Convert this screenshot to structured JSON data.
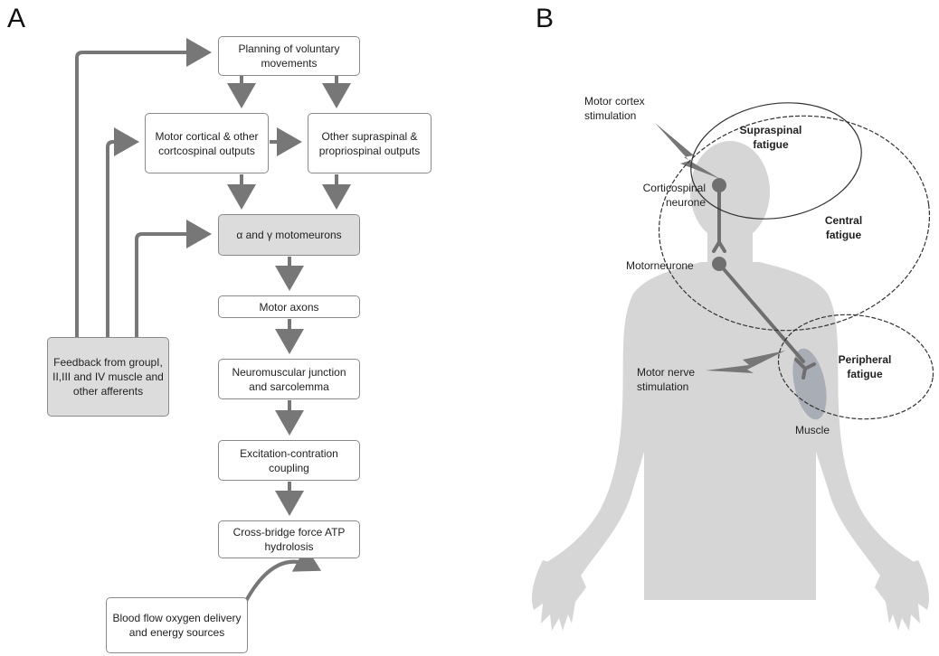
{
  "panel_a": {
    "letter": "A",
    "boxes": {
      "planning": "Planning of voluntary movements",
      "motor_cortical": "Motor cortical & other cortcospinal outputs",
      "supraspinal": "Other supraspinal & propriospinal outputs",
      "motoneurons": "α and γ motomeurons",
      "motor_axons": "Motor axons",
      "nmj": "Neuromuscular junction and sarcolemma",
      "excitation": "Excitation-contration coupling",
      "crossbridge": "Cross-bridge force ATP hydrolosis",
      "feedback": "Feedback from groupI, II,III and IV muscle and other afferents",
      "blood_flow": "Blood flow oxygen delivery and energy sources"
    }
  },
  "panel_b": {
    "letter": "B",
    "labels": {
      "motor_cortex_stim": "Motor cortex stimulation",
      "corticospinal": "Corticospinal neurone",
      "motorneurone": "Motorneurone",
      "motor_nerve_stim": "Motor nerve stimulation",
      "muscle": "Muscle",
      "supraspinal_fatigue": "Supraspinal fatigue",
      "central_fatigue": "Central fatigue",
      "peripheral_fatigue": "Peripheral fatigue"
    }
  },
  "colors": {
    "arrow": "#777777",
    "body": "#d6d6d6",
    "shaded_box": "#dcdcdc",
    "neuron": "#6f6f6f"
  }
}
